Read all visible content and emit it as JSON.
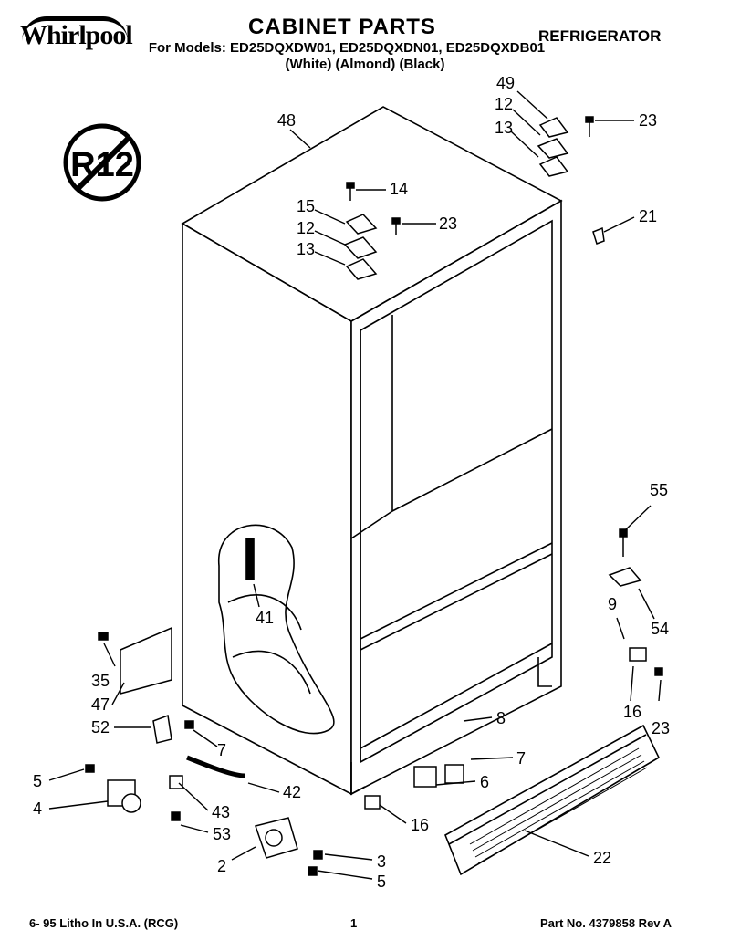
{
  "header": {
    "brand": "Whirlpool",
    "title": "CABINET PARTS",
    "models": "For Models: ED25DQXDW01, ED25DQXDN01, ED25DQXDB01",
    "colors": "(White)    (Almond)    (Black)",
    "category": "REFRIGERATOR"
  },
  "badge": {
    "text": "R12"
  },
  "callouts": [
    "48",
    "49",
    "12",
    "13",
    "23",
    "14",
    "15",
    "12",
    "23",
    "13",
    "21",
    "55",
    "41",
    "9",
    "54",
    "35",
    "47",
    "16",
    "23",
    "52",
    "8",
    "7",
    "7",
    "5",
    "6",
    "42",
    "4",
    "43",
    "53",
    "16",
    "2",
    "3",
    "5",
    "22"
  ],
  "footer": {
    "left": "6- 95 Litho In U.S.A. (RCG)",
    "page": "1",
    "part_number": "Part No. 4379858 Rev A"
  }
}
